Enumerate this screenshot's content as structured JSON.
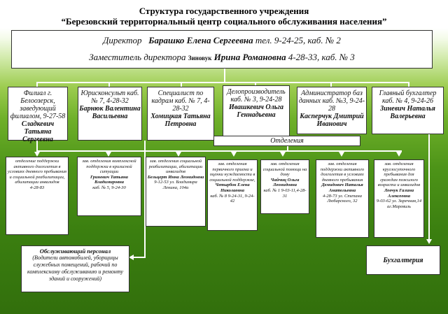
{
  "title": {
    "line1": "Структура государственного учреждения",
    "line2": "“Березовский территориальный центр социального обслуживания населения”"
  },
  "director": {
    "line1_role": "Директор",
    "line1_name": "Барашко Елена Сергеевна",
    "line1_contact": "тел. 9-24-25, каб. № 2",
    "line2_role": "Заместитель директора",
    "line2_surname": "Зиновук",
    "line2_name": "Ирина Романовна",
    "line2_contact": "4-28-33, каб. № 3"
  },
  "departments": [
    {
      "title": "Филиал г. Белоозерск, заведующий филиалом, 9-27-58",
      "name": "Сладкевич Татьяна Сергеевна"
    },
    {
      "title": "Юрисконсульт каб. № 7, 4-28-32",
      "name": "Барнюк Валентина Васильевна"
    },
    {
      "title": "Специалист по кадрам каб. № 7, 4-28-32",
      "name": "Хомицкая Татьяна Петровна"
    },
    {
      "title": "Делопроизводитель каб. № 3, 9-24-28",
      "name": "Ивашкевич Ольга Геннадьевна"
    },
    {
      "title": "Администратор баз данных каб. №3, 9-24-28",
      "name": "Касперчук Дмитрий Иванович"
    },
    {
      "title": "Главный бухгалтер каб. № 4, 9-24-26",
      "name": "Зиневич Наталья Валерьевна"
    }
  ],
  "otdeleniya_label": "Отделения",
  "subdepartments": [
    {
      "text": "отделение поддержки активного долголетия в условиях дневного пребывания и социальной реабилитации, абилитации инвалидов",
      "name": "",
      "contact": "4-28-83"
    },
    {
      "text": "зав. отделения комплексной поддержки в кризисной ситуации",
      "name": "Гриневич Татьяна Владимировна",
      "contact": "каб. № 5, 9-24-30"
    },
    {
      "text": "зав. отделения социальной реабилитации, абилитации инвалидов",
      "name": "Бельцерт Инна Леонидовна",
      "contact": "9-12-53 ул. Владимира Ленина, 104а"
    },
    {
      "text": "зав. отделения первичного приема и оценки нуждаемости в социальной поддержке,",
      "name": "Четырбок Елена Николаевна",
      "contact": "каб. № 8 9-24-31, 9-24-42"
    },
    {
      "text": "зав. отделения социальной помощи на дому",
      "name": "Чайчиц Ольга Леонидовна",
      "contact": "каб. № 1 9-03-11,4-28-31"
    },
    {
      "text": "зав. отделения поддержки активного долголетия в условиях дневного пребывания",
      "name": "Демидович Наталья Анатольевна",
      "contact": "4-28-73 ул. Степана Любарского, 32"
    },
    {
      "text": "зав. отделения круглосуточного пребывания для граждан пожилого возраста и инвалидов",
      "name": "Левчук Галина Алексеевна",
      "contact": "9-03-62 ул. Заречная,14 аг.Маревиль"
    }
  ],
  "service_staff": {
    "title": "Обслуживающий персонал",
    "text": "(Водители автомобилей, уборщицы служебных помещений, рабочий по комплексному обслуживанию и ремонту зданий и сооружений)"
  },
  "accounting": "Бухгалтерия"
}
